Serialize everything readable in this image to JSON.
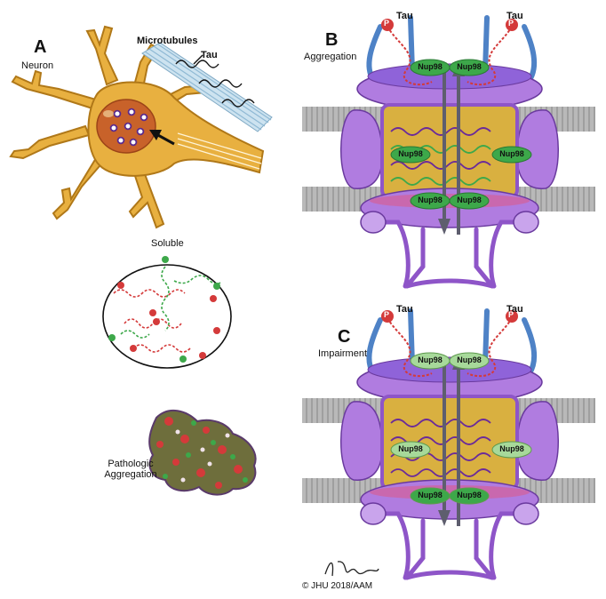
{
  "panel_a": {
    "letter": "A",
    "neuron_label": "Neuron",
    "microtubules_label": "Microtubules",
    "tau_label": "Tau",
    "soluble_label": "Soluble",
    "pathologic_label_1": "Pathologic",
    "pathologic_label_2": "Aggregation"
  },
  "panel_b": {
    "letter": "B",
    "title": "Aggregation",
    "tau_left": "Tau",
    "tau_right": "Tau",
    "phospho": "P",
    "nup_labels": [
      "Nup98",
      "Nup98",
      "Nup98",
      "Nup98",
      "Nup98",
      "Nup98"
    ]
  },
  "panel_c": {
    "letter": "C",
    "title": "Impairment",
    "tau_left": "Tau",
    "tau_right": "Tau",
    "phospho": "P",
    "nup_labels": [
      "Nup98",
      "Nup98",
      "Nup98",
      "Nup98",
      "Nup98",
      "Nup98"
    ]
  },
  "credit": {
    "copyright": "© JHU 2018/AAM"
  },
  "colors": {
    "neuron": "#E8B040",
    "nucleus": "#C8622A",
    "pore_purple": "#B07CE0",
    "pore_dark": "#8E55C8",
    "tau_red": "#D43A3A",
    "nup_green": "#3DA84A",
    "membrane_gray": "#AFAFAF",
    "center_gold": "#D9B040"
  }
}
